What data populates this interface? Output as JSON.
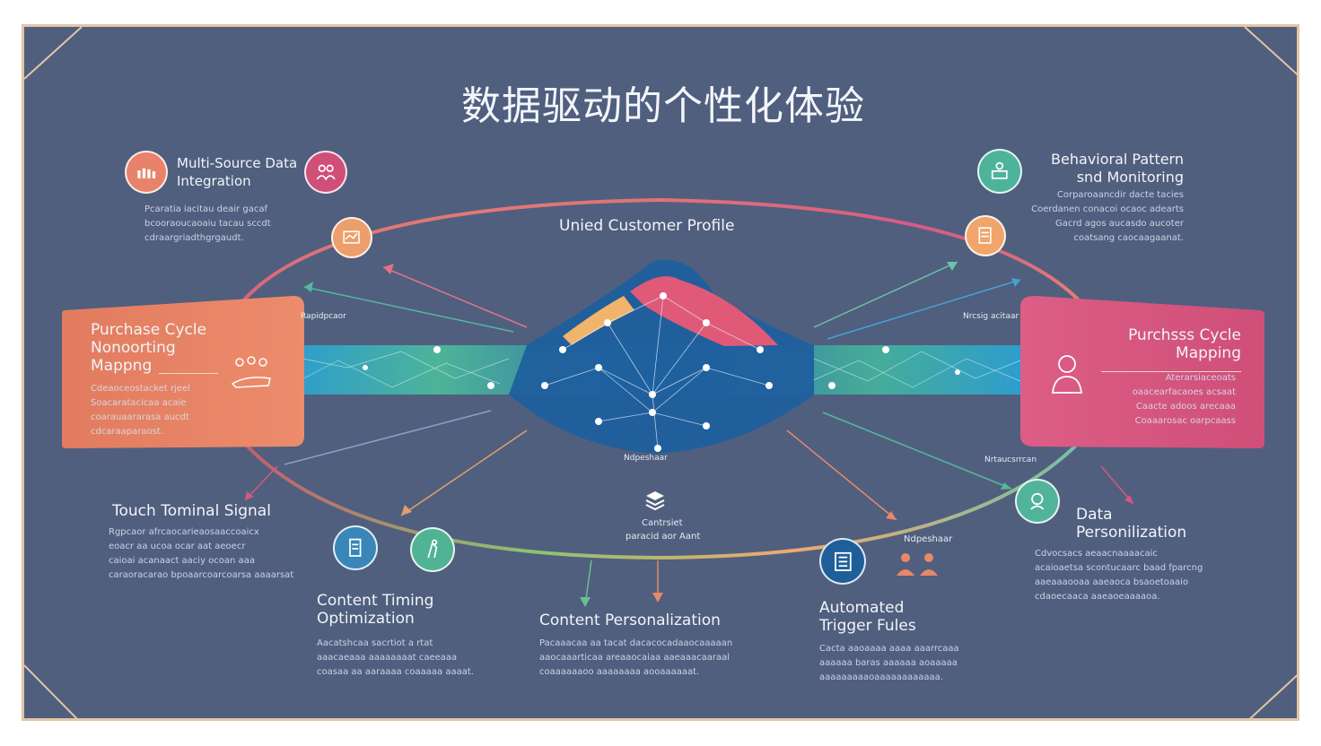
{
  "title": "数据驱动的个性化体验",
  "center": {
    "profile_label": "Unied Customer Profile",
    "bottom_caption": "paracid aor Aant",
    "bottom_caption_line0": "Cantrsiet",
    "left_small": "Rapidpcaor",
    "right_small": "Nrcsig acitaar",
    "right_small2": "Nrtaucsrrcan",
    "bottom_small": "Ndpeshaar"
  },
  "sections": {
    "multisource": {
      "title1": "Multi-Source Data",
      "title2": "Integration",
      "desc": [
        "Pcaratia iacitau deair gacaf",
        "bcooraoucaoaiu tacau sccdt",
        "cdraargriadthgrgaudt."
      ]
    },
    "behavioral": {
      "title1": "Behavioral Pattern",
      "title2": "snd Monitoring",
      "desc": [
        "Corparoaancdir dacte tacies",
        "Coerdanen conacoi ocaoc adearts",
        "Gacrd agos aucasdo aucoter",
        "coatsang caocaagaanat."
      ]
    },
    "purchase_left": {
      "title1": "Purchase Cycle",
      "title2": "Nonoorting",
      "title3": "Mappng",
      "desc": [
        "Cdeaoceostacket rjeel",
        "Soacaratacicaa acaie",
        "coarauaararasa aucdt",
        "cdcaraaparaost."
      ]
    },
    "purchase_right": {
      "title1": "Purchsss Cycle",
      "title2": "Mapping",
      "desc": [
        "Aterarsiaceoats",
        "oaacearfacaoes acsaat",
        "Caacte adoos arecaaa",
        "Coaaarosac oarpcaass"
      ]
    },
    "touch": {
      "title": "Touch Tominal Signal",
      "desc": [
        "Rgpcaor afrcaocarieaosaaccoaicx",
        "eoacr aa ucoa ocar aat aeoecr",
        "caioai acanaact aaciy ocoan aaa",
        "caraoracarao bpoaarcoarcoarsa aaaarsat"
      ]
    },
    "data_personalization": {
      "title1": "Data",
      "title2": "Personilization",
      "desc": [
        "Cdvocsacs aeaacnaaaacaic",
        "acaioaetsa scontucaarc baad fparcng",
        "aaeaaaooaa aaeaoca bsaoetoaaio",
        "cdaoecaaca aaeaoeaaaaoa."
      ]
    },
    "timing": {
      "title1": "Content Timing",
      "title2": "Optimization",
      "desc": [
        "Aacatshcaa sacrtiot a rtat",
        "aaacaeaaa aaaaaaaat caeeaaa",
        "coasaa aa aaraaaa coaaaaa aaaat."
      ]
    },
    "personalization": {
      "title": "Content Personalization",
      "desc": [
        "Pacaaacaa aa tacat dacacocadaaocaaaaan",
        "aaocaaarticaa areaaocaiaa aaeaaacaaraal",
        "coaaaaaaoo aaaaaaaa aooaaaaaat."
      ]
    },
    "trigger": {
      "title1": "Automated",
      "title2": "Trigger Fules",
      "desc": [
        "Cacta aaoaaaa aaaa aaarrcaaa",
        "aaaaaa baras aaaaaa aoaaaaa",
        "aaaaaaaaaoaaaaaaaaaaaa."
      ]
    }
  },
  "colors": {
    "background": "#505f7e",
    "frame": "#e2c6a6",
    "orange": "#e9876a",
    "pink": "#d9577e",
    "teal": "#48b39a",
    "blue": "#2b7bbc"
  },
  "icons": [
    "team-icon",
    "people-icon",
    "chart-icon",
    "group-icon",
    "document-icon",
    "hand-icon",
    "user-icon",
    "list-icon",
    "persons-icon",
    "layers-icon",
    "face-icon",
    "analytics-icon"
  ]
}
